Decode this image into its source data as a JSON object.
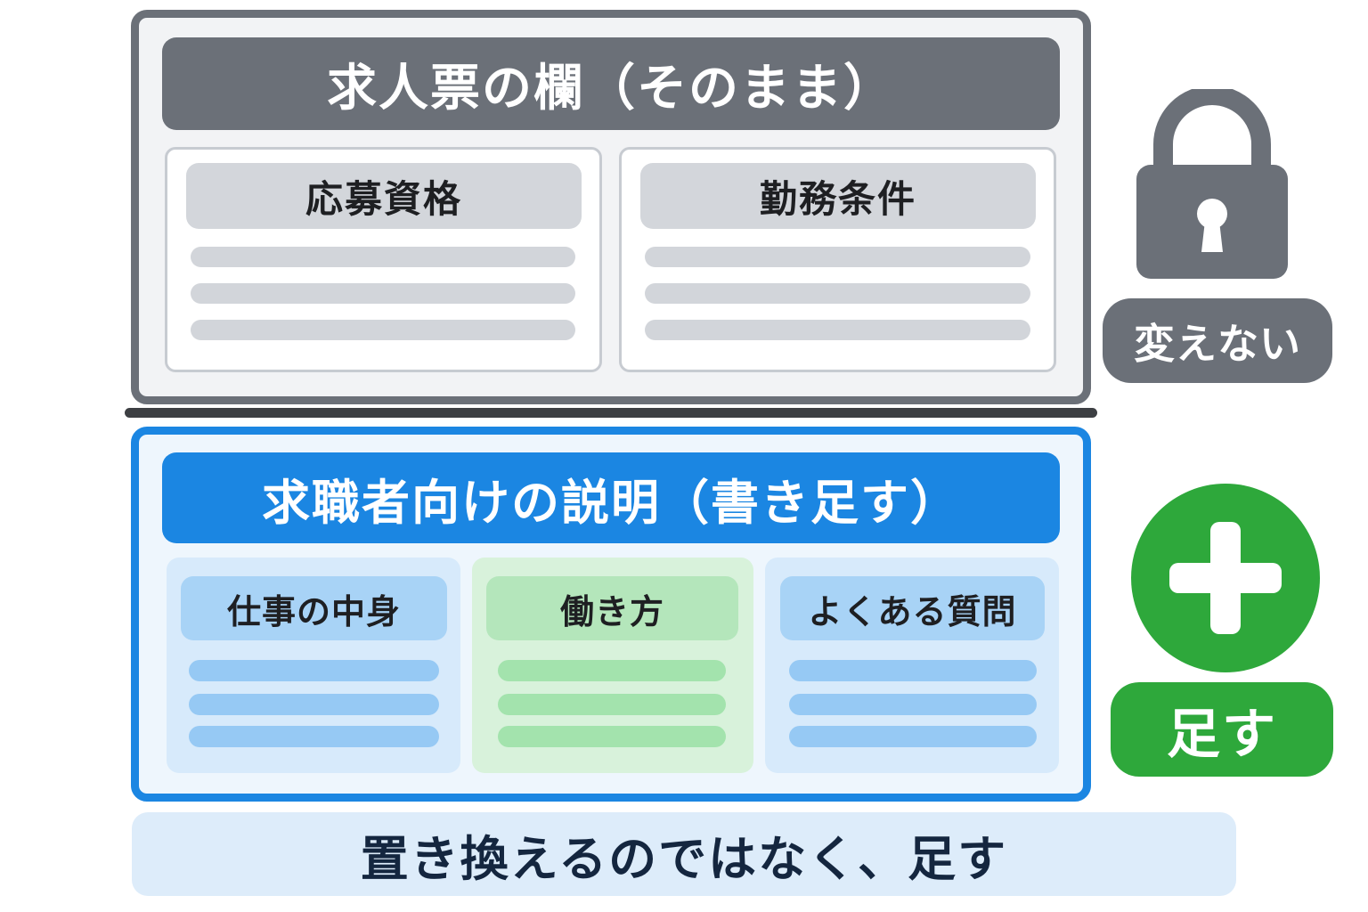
{
  "top": {
    "header": "求人票の欄（そのまま）",
    "cards": [
      {
        "label": "応募資格"
      },
      {
        "label": "勤務条件"
      }
    ]
  },
  "bottom": {
    "header": "求職者向けの説明（書き足す）",
    "cards": [
      {
        "label": "仕事の中身",
        "color": "#a8d3f6"
      },
      {
        "label": "働き方",
        "color": "#b4e6bb"
      },
      {
        "label": "よくある質問",
        "color": "#a8d3f6"
      }
    ]
  },
  "side": {
    "lock_label": "変えない",
    "lock_icon": "lock-icon",
    "plus_label": "足す",
    "plus_icon": "plus-icon"
  },
  "footer": {
    "text": "置き換えるのではなく、足す"
  },
  "colors": {
    "locked_gray": "#6b7078",
    "accent_blue": "#1b86e2",
    "add_green": "#2ea83b"
  }
}
